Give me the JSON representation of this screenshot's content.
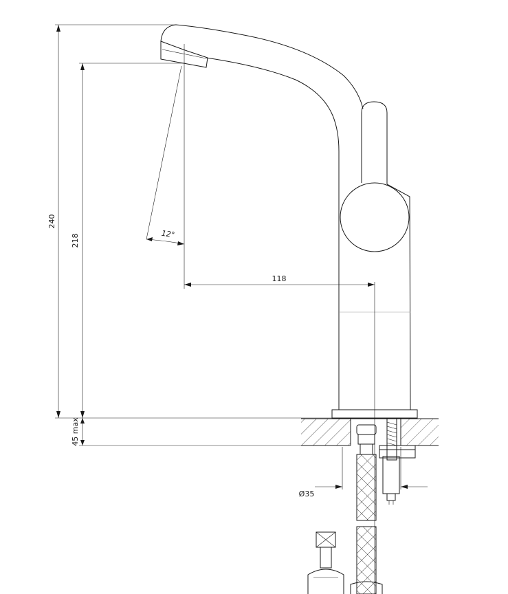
{
  "dimensions": {
    "total_height": "240",
    "spout_height": "218",
    "spout_reach": "118",
    "spout_angle": "12°",
    "deck_thickness": "45 max",
    "hole_diameter": "Ø35"
  }
}
